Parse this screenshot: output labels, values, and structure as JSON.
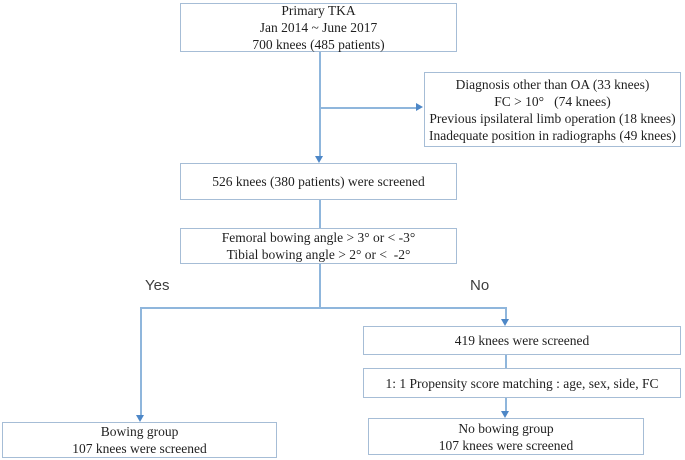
{
  "flowchart": {
    "boxes": {
      "primary": {
        "lines": [
          "Primary TKA",
          "Jan 2014 ~ June 2017",
          "700 knees (485 patients)"
        ]
      },
      "exclusion": {
        "lines": [
          "Diagnosis other than OA (33 knees)",
          "FC > 10°   (74 knees)",
          "Previous ipsilateral limb operation (18 knees)",
          "Inadequate position in radiographs (49 knees)"
        ]
      },
      "screened": {
        "lines": [
          "526 knees (380 patients) were screened"
        ]
      },
      "criteria": {
        "lines": [
          "Femoral bowing angle > 3° or < -3°",
          "Tibial bowing angle > 2° or <  -2°"
        ]
      },
      "knees419": {
        "lines": [
          "419 knees were screened"
        ]
      },
      "propensity": {
        "lines": [
          "1: 1 Propensity score matching : age, sex, side, FC"
        ]
      },
      "bowing": {
        "lines": [
          "Bowing group",
          "107 knees were screened"
        ]
      },
      "no_bowing": {
        "lines": [
          "No bowing group",
          "107 knees were screened"
        ]
      }
    },
    "labels": {
      "yes": "Yes",
      "no": "No"
    },
    "colors": {
      "box_border": "#A6BDD6",
      "line": "#8FB6DC",
      "arrowhead": "#4D87C7",
      "text": "#1F1F1F",
      "label_text": "#3D3D3D"
    }
  }
}
